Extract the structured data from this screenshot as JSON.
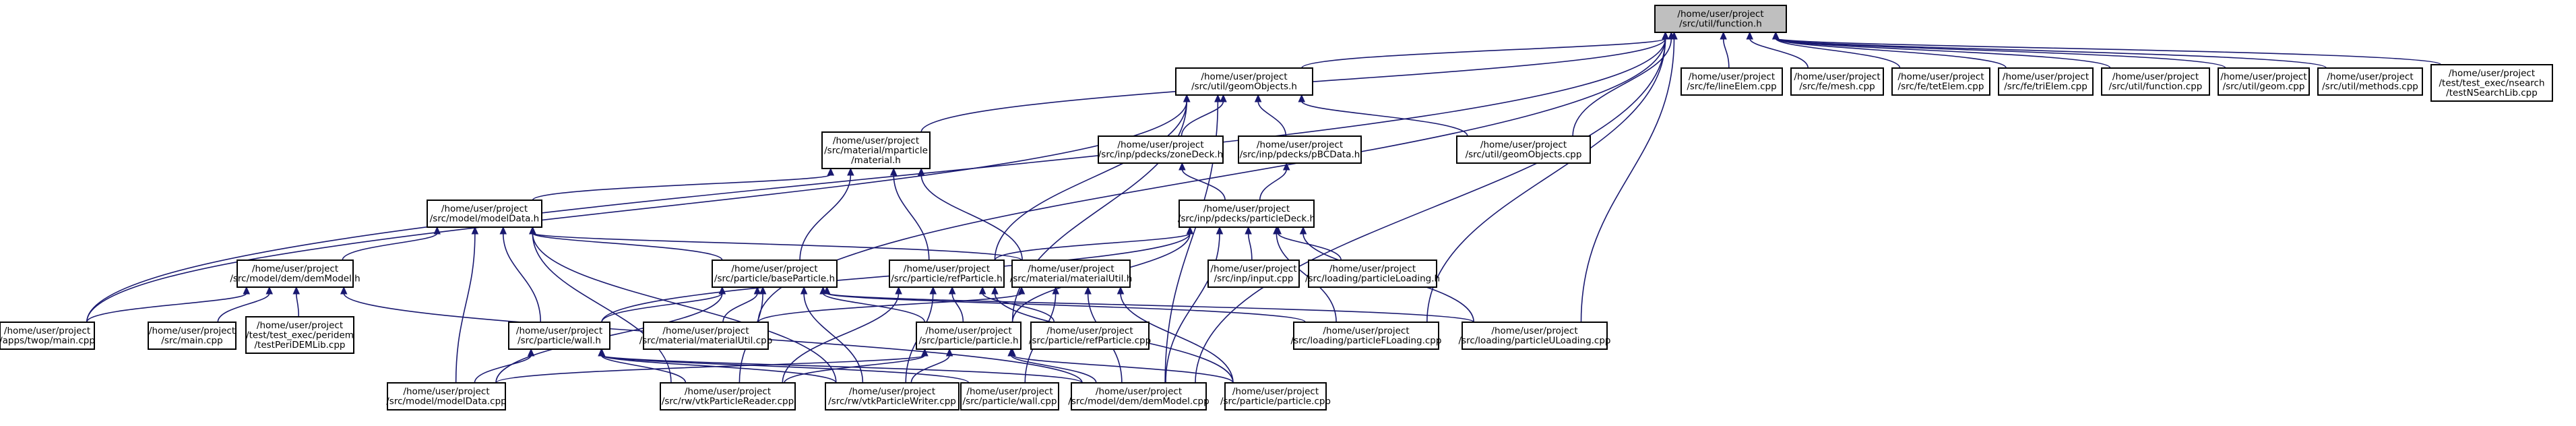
{
  "graph": {
    "title": "",
    "colors": {
      "edge": "#191970",
      "node_fill": "#ffffff",
      "root_fill": "#bfbfbf",
      "node_border": "#000000",
      "truncated_border": "#ff0000"
    },
    "nodes": [
      {
        "id": "function_h",
        "lines": [
          "/home/user/project",
          "/src/util/function.h"
        ],
        "root": true
      },
      {
        "id": "geomObjects_h",
        "lines": [
          "/home/user/project",
          "/src/util/geomObjects.h"
        ]
      },
      {
        "id": "feLineElem_cpp",
        "lines": [
          "/home/user/project",
          "/src/fe/lineElem.cpp"
        ]
      },
      {
        "id": "feMesh_cpp",
        "lines": [
          "/home/user/project",
          "/src/fe/mesh.cpp"
        ]
      },
      {
        "id": "feTetElem_cpp",
        "lines": [
          "/home/user/project",
          "/src/fe/tetElem.cpp"
        ]
      },
      {
        "id": "feTriElem_cpp",
        "lines": [
          "/home/user/project",
          "/src/fe/triElem.cpp"
        ]
      },
      {
        "id": "utilFunction_cpp",
        "lines": [
          "/home/user/project",
          "/src/util/function.cpp"
        ]
      },
      {
        "id": "utilGeom_cpp",
        "lines": [
          "/home/user/project",
          "/src/util/geom.cpp"
        ]
      },
      {
        "id": "utilMethods_cpp",
        "lines": [
          "/home/user/project",
          "/src/util/methods.cpp"
        ]
      },
      {
        "id": "testNSearch_cpp",
        "lines": [
          "/home/user/project",
          "/test/test_exec/nsearch",
          "/testNSearchLib.cpp"
        ]
      },
      {
        "id": "material_h",
        "lines": [
          "/home/user/project",
          "/src/material/mparticle",
          "/material.h"
        ]
      },
      {
        "id": "zoneDeck_h",
        "lines": [
          "/home/user/project",
          "/src/inp/pdecks/zoneDeck.h"
        ]
      },
      {
        "id": "pBCData_h",
        "lines": [
          "/home/user/project",
          "/src/inp/pdecks/pBCData.h"
        ]
      },
      {
        "id": "geomObjects_cpp",
        "lines": [
          "/home/user/project",
          "/src/util/geomObjects.cpp"
        ]
      },
      {
        "id": "modelData_h",
        "lines": [
          "/home/user/project",
          "/src/model/modelData.h"
        ]
      },
      {
        "id": "particleDeck_h",
        "lines": [
          "/home/user/project",
          "/src/inp/pdecks/particleDeck.h"
        ]
      },
      {
        "id": "demModel_h",
        "lines": [
          "/home/user/project",
          "/src/model/dem/demModel.h"
        ]
      },
      {
        "id": "baseParticle_h",
        "lines": [
          "/home/user/project",
          "/src/particle/baseParticle.h"
        ]
      },
      {
        "id": "refParticle_h",
        "lines": [
          "/home/user/project",
          "/src/particle/refParticle.h"
        ]
      },
      {
        "id": "materialUtil_h",
        "lines": [
          "/home/user/project",
          "/src/material/materialUtil.h"
        ]
      },
      {
        "id": "input_cpp",
        "lines": [
          "/home/user/project",
          "/src/inp/input.cpp"
        ]
      },
      {
        "id": "particleLoading_h",
        "lines": [
          "/home/user/project",
          "/src/loading/particleLoading.h"
        ],
        "truncated": true
      },
      {
        "id": "twopMain_cpp",
        "lines": [
          "/home/user/project",
          "/apps/twop/main.cpp"
        ]
      },
      {
        "id": "srcMain_cpp",
        "lines": [
          "/home/user/project",
          "/src/main.cpp"
        ]
      },
      {
        "id": "testPeriDEMLib_cpp",
        "lines": [
          "/home/user/project",
          "/test/test_exec/peridem",
          "/testPeriDEMLib.cpp"
        ]
      },
      {
        "id": "wall_h",
        "lines": [
          "/home/user/project",
          "/src/particle/wall.h"
        ]
      },
      {
        "id": "materialUtil_cpp",
        "lines": [
          "/home/user/project",
          "/src/material/materialUtil.cpp"
        ]
      },
      {
        "id": "particle_h",
        "lines": [
          "/home/user/project",
          "/src/particle/particle.h"
        ],
        "truncated": true
      },
      {
        "id": "refParticle_cpp",
        "lines": [
          "/home/user/project",
          "/src/particle/refParticle.cpp"
        ]
      },
      {
        "id": "particleFLoading_cpp",
        "lines": [
          "/home/user/project",
          "/src/loading/particleFLoading.cpp"
        ]
      },
      {
        "id": "particleULoading_cpp",
        "lines": [
          "/home/user/project",
          "/src/loading/particleULoading.cpp"
        ]
      },
      {
        "id": "modelData_cpp",
        "lines": [
          "/home/user/project",
          "/src/model/modelData.cpp"
        ]
      },
      {
        "id": "vtkParticleReader_cpp",
        "lines": [
          "/home/user/project",
          "/src/rw/vtkParticleReader.cpp"
        ]
      },
      {
        "id": "vtkParticleWriter_cpp",
        "lines": [
          "/home/user/project",
          "/src/rw/vtkParticleWriter.cpp"
        ]
      },
      {
        "id": "wall_cpp",
        "lines": [
          "/home/user/project",
          "/src/particle/wall.cpp"
        ]
      },
      {
        "id": "demModel_cpp",
        "lines": [
          "/home/user/project",
          "/src/model/dem/demModel.cpp"
        ]
      },
      {
        "id": "particle_cpp",
        "lines": [
          "/home/user/project",
          "/src/particle/particle.cpp"
        ]
      }
    ],
    "edges": [
      [
        "geomObjects_h",
        "function_h"
      ],
      [
        "feLineElem_cpp",
        "function_h"
      ],
      [
        "feMesh_cpp",
        "function_h"
      ],
      [
        "feTetElem_cpp",
        "function_h"
      ],
      [
        "feTriElem_cpp",
        "function_h"
      ],
      [
        "utilFunction_cpp",
        "function_h"
      ],
      [
        "utilGeom_cpp",
        "function_h"
      ],
      [
        "utilMethods_cpp",
        "function_h"
      ],
      [
        "testNSearch_cpp",
        "function_h"
      ],
      [
        "material_h",
        "function_h"
      ],
      [
        "twopMain_cpp",
        "function_h"
      ],
      [
        "materialUtil_cpp",
        "function_h"
      ],
      [
        "geomObjects_cpp",
        "function_h"
      ],
      [
        "particleFLoading_cpp",
        "function_h"
      ],
      [
        "particleULoading_cpp",
        "function_h"
      ],
      [
        "demModel_cpp",
        "function_h"
      ],
      [
        "zoneDeck_h",
        "geomObjects_h"
      ],
      [
        "pBCData_h",
        "geomObjects_h"
      ],
      [
        "geomObjects_cpp",
        "geomObjects_h"
      ],
      [
        "twopMain_cpp",
        "geomObjects_h"
      ],
      [
        "refParticle_h",
        "geomObjects_h"
      ],
      [
        "particle_h",
        "geomObjects_h"
      ],
      [
        "demModel_cpp",
        "geomObjects_h"
      ],
      [
        "particleDeck_h",
        "zoneDeck_h"
      ],
      [
        "particleDeck_h",
        "pBCData_h"
      ],
      [
        "modelData_h",
        "material_h"
      ],
      [
        "baseParticle_h",
        "material_h"
      ],
      [
        "refParticle_h",
        "material_h"
      ],
      [
        "materialUtil_h",
        "material_h"
      ],
      [
        "modelData_cpp",
        "modelData_h"
      ],
      [
        "demModel_h",
        "modelData_h"
      ],
      [
        "baseParticle_h",
        "modelData_h"
      ],
      [
        "wall_h",
        "modelData_h"
      ],
      [
        "materialUtil_h",
        "modelData_h"
      ],
      [
        "vtkParticleReader_cpp",
        "modelData_h"
      ],
      [
        "vtkParticleWriter_cpp",
        "modelData_h"
      ],
      [
        "refParticle_h",
        "particleDeck_h"
      ],
      [
        "input_cpp",
        "particleDeck_h"
      ],
      [
        "particleLoading_h",
        "particleDeck_h"
      ],
      [
        "particleFLoading_cpp",
        "particleDeck_h"
      ],
      [
        "particleULoading_cpp",
        "particleDeck_h"
      ],
      [
        "particle_h",
        "particleDeck_h"
      ],
      [
        "wall_h",
        "particleDeck_h"
      ],
      [
        "demModel_cpp",
        "particleDeck_h"
      ],
      [
        "twopMain_cpp",
        "demModel_h"
      ],
      [
        "srcMain_cpp",
        "demModel_h"
      ],
      [
        "testPeriDEMLib_cpp",
        "demModel_h"
      ],
      [
        "demModel_cpp",
        "demModel_h"
      ],
      [
        "wall_h",
        "baseParticle_h"
      ],
      [
        "materialUtil_cpp",
        "baseParticle_h"
      ],
      [
        "particle_h",
        "baseParticle_h"
      ],
      [
        "particleFLoading_cpp",
        "baseParticle_h"
      ],
      [
        "particleULoading_cpp",
        "baseParticle_h"
      ],
      [
        "modelData_cpp",
        "baseParticle_h"
      ],
      [
        "vtkParticleReader_cpp",
        "baseParticle_h"
      ],
      [
        "vtkParticleWriter_cpp",
        "baseParticle_h"
      ],
      [
        "particle_h",
        "refParticle_h"
      ],
      [
        "refParticle_cpp",
        "refParticle_h"
      ],
      [
        "vtkParticleReader_cpp",
        "refParticle_h"
      ],
      [
        "vtkParticleWriter_cpp",
        "refParticle_h"
      ],
      [
        "particle_cpp",
        "refParticle_h"
      ],
      [
        "materialUtil_cpp",
        "materialUtil_h"
      ],
      [
        "wall_cpp",
        "materialUtil_h"
      ],
      [
        "demModel_cpp",
        "materialUtil_h"
      ],
      [
        "particle_cpp",
        "materialUtil_h"
      ],
      [
        "modelData_cpp",
        "wall_h"
      ],
      [
        "vtkParticleReader_cpp",
        "wall_h"
      ],
      [
        "vtkParticleWriter_cpp",
        "wall_h"
      ],
      [
        "wall_cpp",
        "wall_h"
      ],
      [
        "demModel_cpp",
        "wall_h"
      ],
      [
        "modelData_cpp",
        "particle_h"
      ],
      [
        "vtkParticleReader_cpp",
        "particle_h"
      ],
      [
        "vtkParticleWriter_cpp",
        "particle_h"
      ],
      [
        "demModel_cpp",
        "particle_h"
      ],
      [
        "particle_cpp",
        "particle_h"
      ]
    ]
  }
}
